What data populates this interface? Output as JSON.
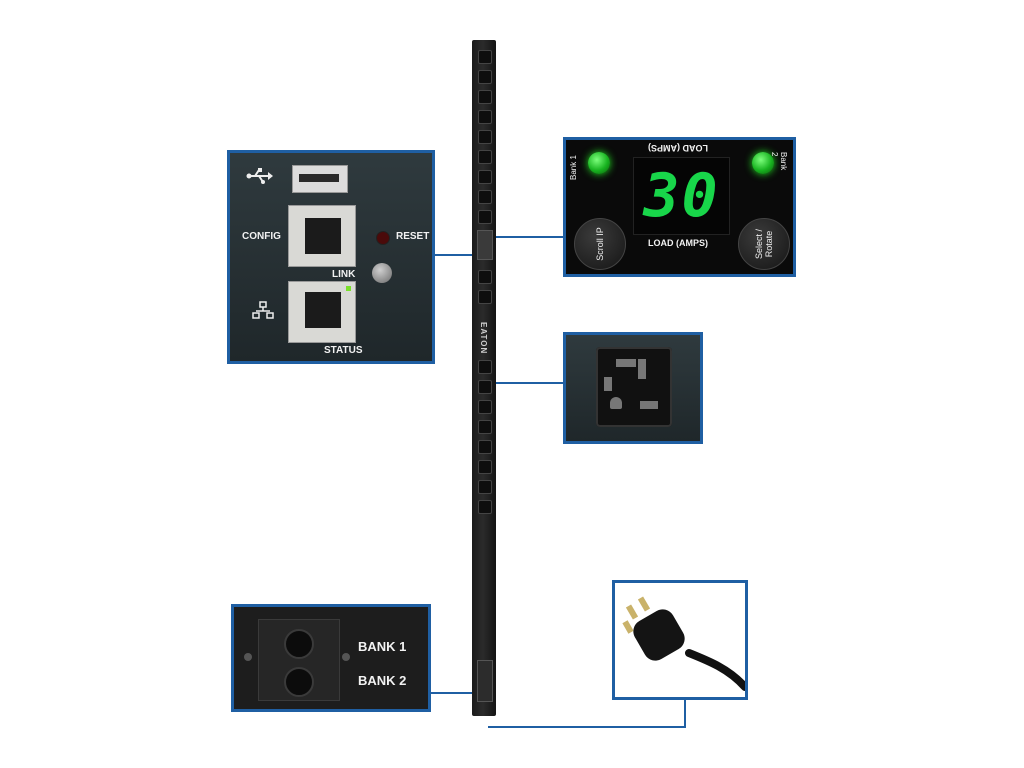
{
  "network_panel": {
    "config_label": "CONFIG",
    "reset_label": "RESET",
    "link_label": "LINK",
    "status_label": "STATUS",
    "usb_icon": "usb-icon",
    "network_icon": "network-icon"
  },
  "display_panel": {
    "load_label_top": "LOAD (AMPS)",
    "load_label_bottom": "LOAD (AMPS)",
    "reading": "30",
    "bank1_label": "Bank 1",
    "bank2_label": "Bank 2",
    "scroll_button_label": "Scroll IP",
    "select_button_label": "Select / Rotate",
    "led_color": "#22dd22",
    "digit_color": "#18d64a"
  },
  "breaker_panel": {
    "bank1_label": "BANK 1",
    "bank2_label": "BANK 2"
  },
  "pdu": {
    "brand": "EATON"
  },
  "colors": {
    "accent": "#1f5fa3"
  }
}
